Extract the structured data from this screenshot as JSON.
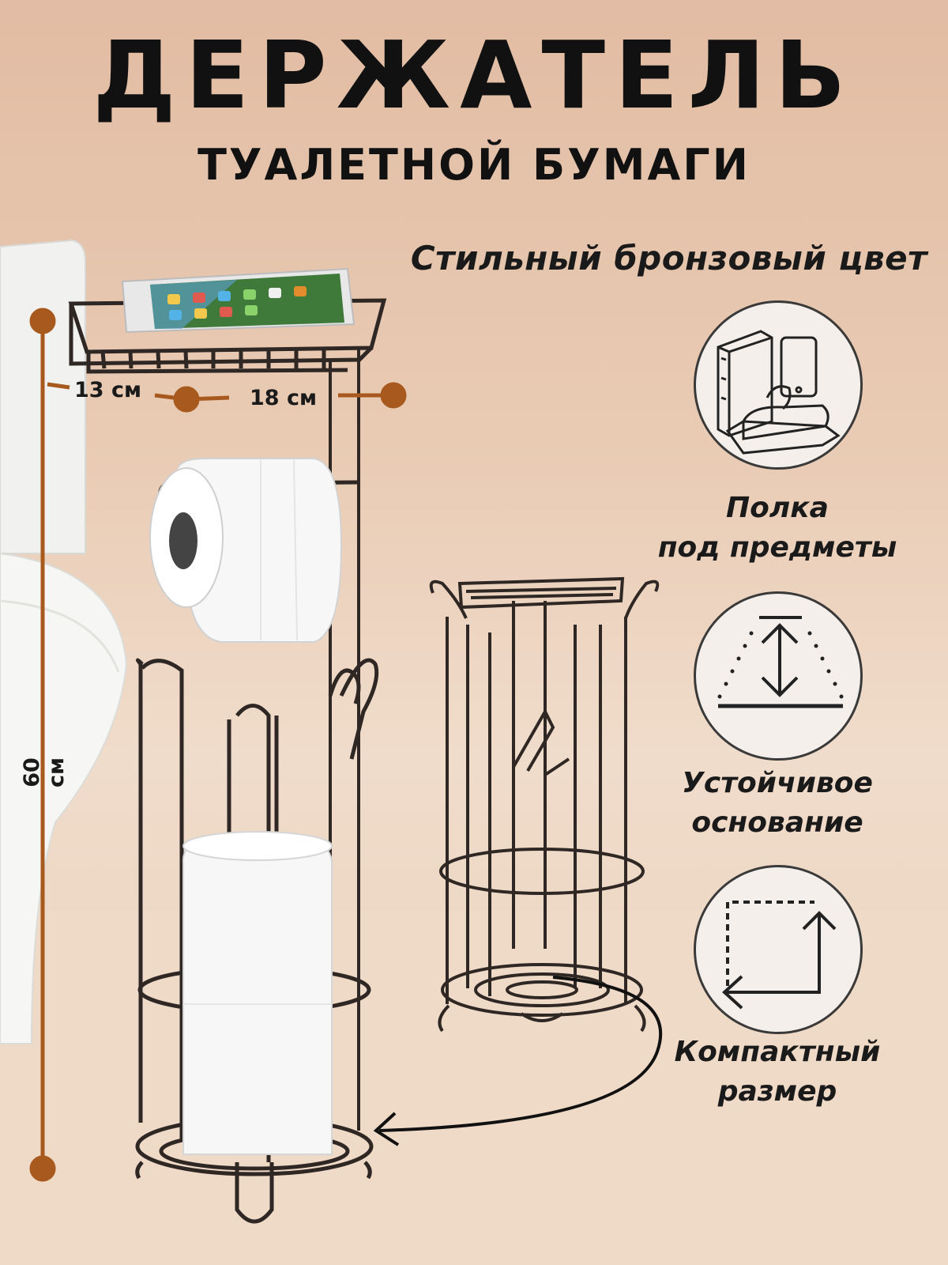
{
  "header": {
    "title": "ДЕРЖАТЕЛЬ",
    "subtitle": "ТУАЛЕТНОЙ БУМАГИ"
  },
  "tagline": "Стильный бронзовый цвет",
  "dimensions": {
    "depth": "13 см",
    "width": "18 см",
    "height": "60 см"
  },
  "features": [
    {
      "icon": "shelf-items-icon",
      "line1": "Полка",
      "line2": "под предметы"
    },
    {
      "icon": "stable-base-icon",
      "line1": "Устойчивое",
      "line2": "основание"
    },
    {
      "icon": "compact-size-icon",
      "line1": "Компактный",
      "line2": "размер"
    }
  ],
  "colors": {
    "bronze_accent": "#a85a1e",
    "wire": "#2f2724",
    "text": "#111111",
    "background": "#e9cbb4"
  }
}
